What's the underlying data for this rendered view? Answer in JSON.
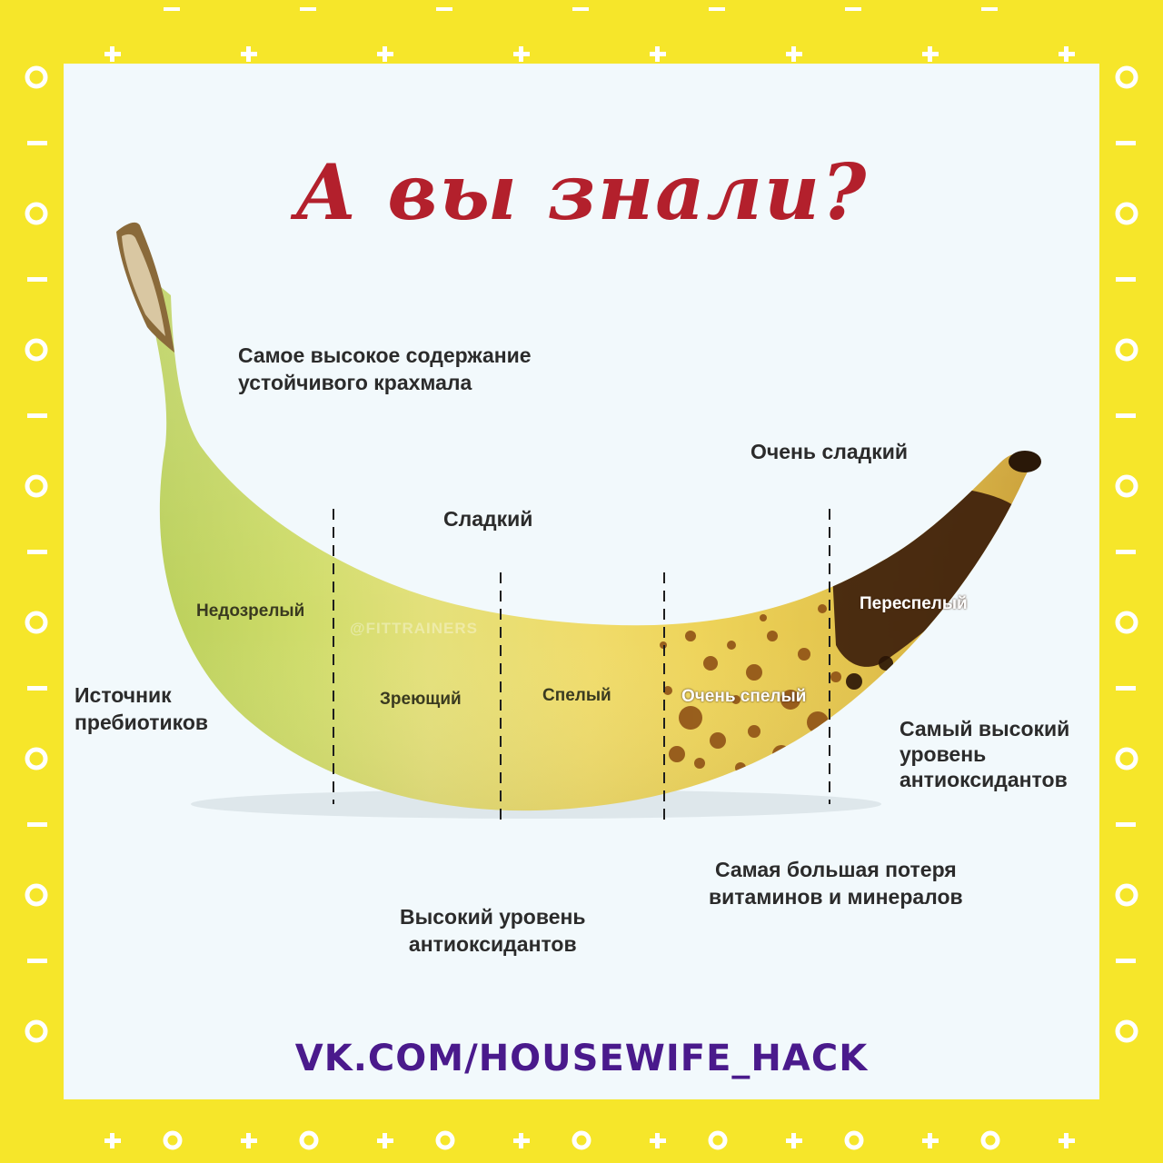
{
  "title": "А вы знали?",
  "watermark": "@FITTRAINERS",
  "labels": {
    "starch": "Самое высокое содержание\nустойчивого крахмала",
    "very_sweet": "Очень сладкий",
    "sweet": "Сладкий",
    "unripe": "Недозрелый",
    "overripe": "Переспелый",
    "prebiotics": "Источник\nпребиотиков",
    "ripening": "Зреющий",
    "ripe": "Спелый",
    "very_ripe": "Очень спелый",
    "highest_antioxidants": "Самый высокий\nуровень\nантиоксидантов",
    "vitamin_loss": "Самая большая потеря\nвитаминов и минералов",
    "high_antioxidants": "Высокий уровень\nантиоксидантов"
  },
  "footer": "VK.COM/HOUSEWIFE_HACK",
  "colors": {
    "frame": "#f6e62a",
    "panel": "#f2f9fc",
    "title": "#b3202c",
    "footer": "#4a1a8c"
  }
}
